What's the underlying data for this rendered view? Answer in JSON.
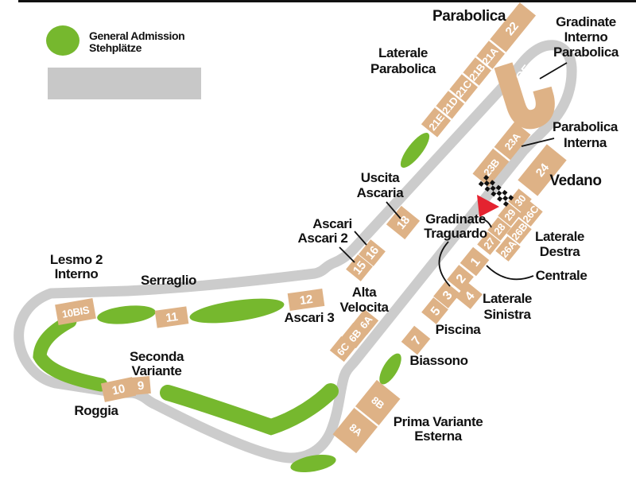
{
  "legend": {
    "general_admission_line1": "General Admission",
    "general_admission_line2": "Stehplätze"
  },
  "areas": {
    "parabolica": "Parabolica",
    "laterale_parabolica": [
      "Laterale",
      "Parabolica"
    ],
    "gradinate_interno_parabolica": [
      "Gradinate",
      "Interno",
      "Parabolica"
    ],
    "parabolica_interna": [
      "Parabolica",
      "Interna"
    ],
    "vedano": "Vedano",
    "laterale_destra": [
      "Laterale",
      "Destra"
    ],
    "centrale": "Centrale",
    "laterale_sinistra": [
      "Laterale",
      "Sinistra"
    ],
    "gradinate_traguardo": [
      "Gradinate",
      "Traguardo"
    ],
    "piscina": "Piscina",
    "biassono": "Biassono",
    "prima_variante_esterna": [
      "Prima Variante",
      "Esterna"
    ],
    "uscita_ascaria": [
      "Uscita",
      "Ascaria"
    ],
    "ascari": "Ascari",
    "ascari_2": "Ascari 2",
    "ascari_3": "Ascari 3",
    "alta_velocita": [
      "Alta",
      "Velocita"
    ],
    "serraglio": "Serraglio",
    "lesmo_2_interno": [
      "Lesmo 2",
      "Interno"
    ],
    "seconda_variante": [
      "Seconda",
      "Variante"
    ],
    "roggia": "Roggia"
  },
  "stands": {
    "s22": "22",
    "s21a": "21A",
    "s21b": "21B",
    "s21c": "21C",
    "s21d": "21D",
    "s21e": "21E",
    "gf": "GF",
    "s23a": "23A",
    "s23b": "23B",
    "s24": "24",
    "s30": "30",
    "s29": "29",
    "s28": "28",
    "s27": "27",
    "s26c": "26C",
    "s26b": "26B",
    "s26a": "26A",
    "s1": "1",
    "s2": "2",
    "s3": "3",
    "s4": "4",
    "s5": "5",
    "s7": "7",
    "s18": "18",
    "s16": "16",
    "s15": "15",
    "s6a": "6A",
    "s6b": "6B",
    "s6c": "6C",
    "s12": "12",
    "s11": "11",
    "s10bis": "10BIS",
    "s10": "10",
    "s9": "9",
    "s8b": "8B",
    "s8a": "8A"
  },
  "colors": {
    "track": "#cccccc",
    "stand": "#deb286",
    "general_admission_green": "#76b82e",
    "start_arrow_red": "#e42330",
    "legend_box_gray": "#c8c8c8"
  }
}
